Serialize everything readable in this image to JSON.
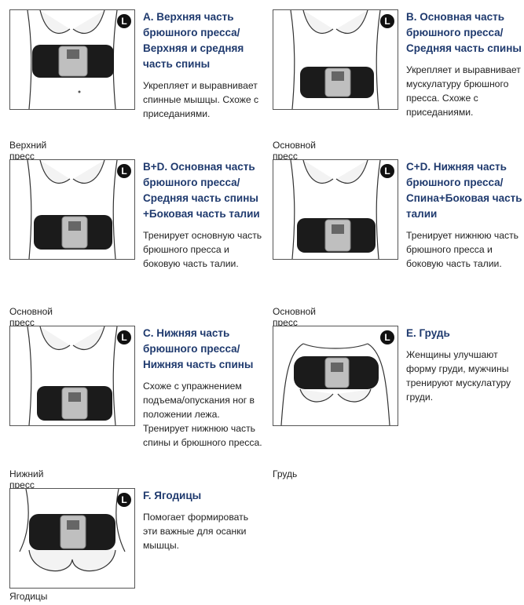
{
  "page": {
    "items": [
      {
        "badge": "L",
        "title": "A. Верхняя часть брюшного пресса/ Верхняя и средняя часть спины",
        "desc": "Укрепляет и выравнивает спинные мышцы. Схоже с приседаниями.",
        "caption": "Верхний пресс"
      },
      {
        "badge": "L",
        "title": "B. Основная часть брюшного пресса/ Средняя часть спины",
        "desc": "Укрепляет и выравнивает мускулатуру брюшного пресса. Схоже с приседаниями.",
        "caption": "Основной пресс"
      },
      {
        "badge": "L",
        "title": "B+D. Основная часть брюшного пресса/Средняя часть спины +Боковая часть талии",
        "desc": "Тренирует основную часть брюшного пресса и боковую часть талии.",
        "caption": "Основной пресс"
      },
      {
        "badge": "L",
        "title": "C+D. Нижняя часть брюшного пресса/ Спина+Боковая часть талии",
        "desc": "Тренирует нижнюю часть брюшного пресса и боковую часть талии.",
        "caption": "Основной пресс"
      },
      {
        "badge": "L",
        "title": "C. Нижняя часть брюшного пресса/ Нижняя часть спины",
        "desc": "Схоже с упражнением подъема/опускания ног в положении лежа. Тренирует нижнюю часть спины и брюшного пресса.",
        "caption": "Нижний пресс"
      },
      {
        "badge": "L",
        "title": "E. Грудь",
        "desc": "Женщины улучшают форму груди, мужчины тренируют мускулатуру груди.",
        "caption": "Грудь"
      },
      {
        "badge": "L",
        "title": "F. Ягодицы",
        "desc": "Помогает формировать эти важные для осанки мышцы.",
        "caption": "Ягодицы"
      }
    ]
  }
}
